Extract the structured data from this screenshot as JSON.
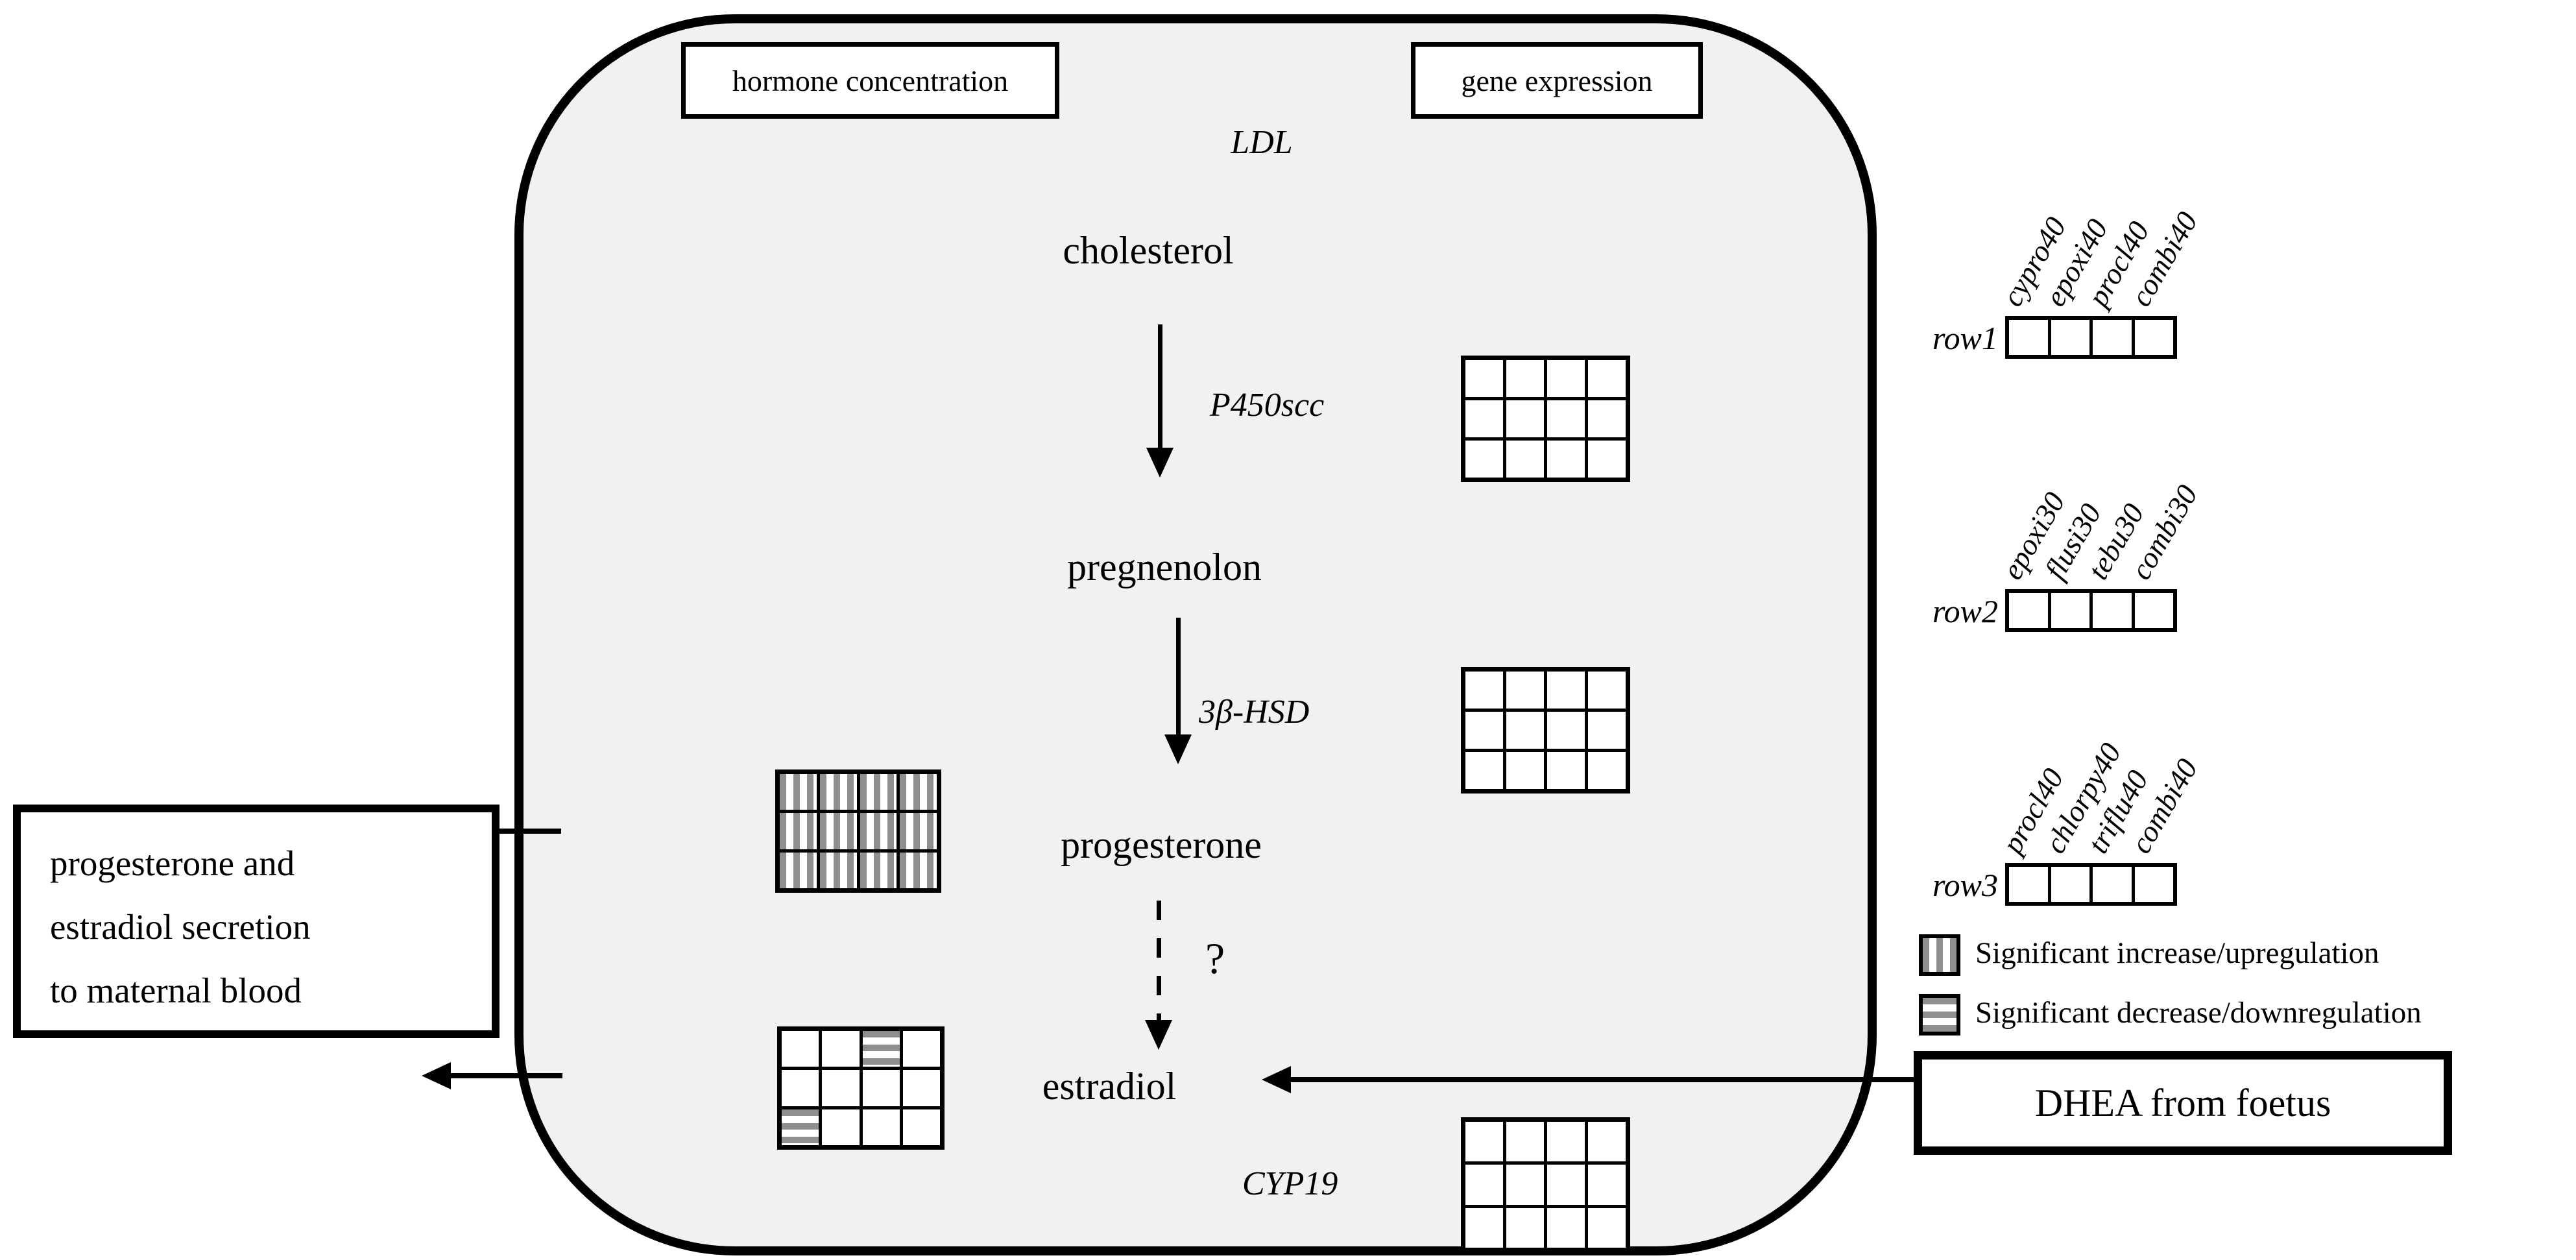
{
  "colors": {
    "cell_fill": "#f1f1ef",
    "stripe_gray": "#8f8f8f",
    "line": "#000000",
    "box_fill": "#ffffff"
  },
  "header_boxes": {
    "hormone": "hormone concentration",
    "gene": "gene expression"
  },
  "pathway": {
    "ldl": "LDL",
    "cholesterol": "cholesterol",
    "enzyme1": "P450scc",
    "pregnenolon": "pregnenolon",
    "enzyme2": "3β-HSD",
    "progesterone": "progesterone",
    "question_mark": "?",
    "estradiol": "estradiol",
    "enzyme3": "CYP19"
  },
  "left_box": {
    "lines": [
      "progesterone and",
      "estradiol secretion",
      "to maternal blood"
    ]
  },
  "dhea_box": {
    "label": "DHEA from foetus"
  },
  "treatment_rows": [
    {
      "name": "row1",
      "treatments": [
        "cypro40",
        "epoxi40",
        "procl40",
        "combi40"
      ],
      "cells": [
        "none",
        "none",
        "none",
        "none"
      ]
    },
    {
      "name": "row2",
      "treatments": [
        "epoxi30",
        "flusi30",
        "tebu30",
        "combi30"
      ],
      "cells": [
        "none",
        "none",
        "none",
        "none"
      ]
    },
    {
      "name": "row3",
      "treatments": [
        "procl40",
        "chlorpy40",
        "triflu40",
        "combi40"
      ],
      "cells": [
        "none",
        "none",
        "none",
        "none"
      ]
    }
  ],
  "legend": [
    {
      "pattern": "up",
      "label": "Significant increase/upregulation"
    },
    {
      "pattern": "down",
      "label": "Significant decrease/downregulation"
    }
  ],
  "grids": {
    "gene_p450scc": {
      "rows": 3,
      "cols": 4,
      "cells": [
        "none",
        "none",
        "none",
        "none",
        "none",
        "none",
        "none",
        "none",
        "none",
        "none",
        "none",
        "none"
      ]
    },
    "gene_3bhsd": {
      "rows": 3,
      "cols": 4,
      "cells": [
        "none",
        "none",
        "none",
        "none",
        "none",
        "none",
        "none",
        "none",
        "none",
        "none",
        "none",
        "none"
      ]
    },
    "gene_cyp19": {
      "rows": 3,
      "cols": 4,
      "cells": [
        "none",
        "none",
        "none",
        "none",
        "none",
        "none",
        "none",
        "none",
        "none",
        "none",
        "none",
        "none"
      ]
    },
    "hormone_progesterone": {
      "rows": 3,
      "cols": 4,
      "cells": [
        "up",
        "up",
        "up",
        "up",
        "up",
        "up",
        "up",
        "up",
        "up",
        "up",
        "up",
        "up"
      ]
    },
    "hormone_estradiol": {
      "rows": 3,
      "cols": 4,
      "cells": [
        "none",
        "none",
        "down",
        "none",
        "none",
        "none",
        "none",
        "none",
        "down",
        "none",
        "none",
        "none"
      ]
    }
  }
}
